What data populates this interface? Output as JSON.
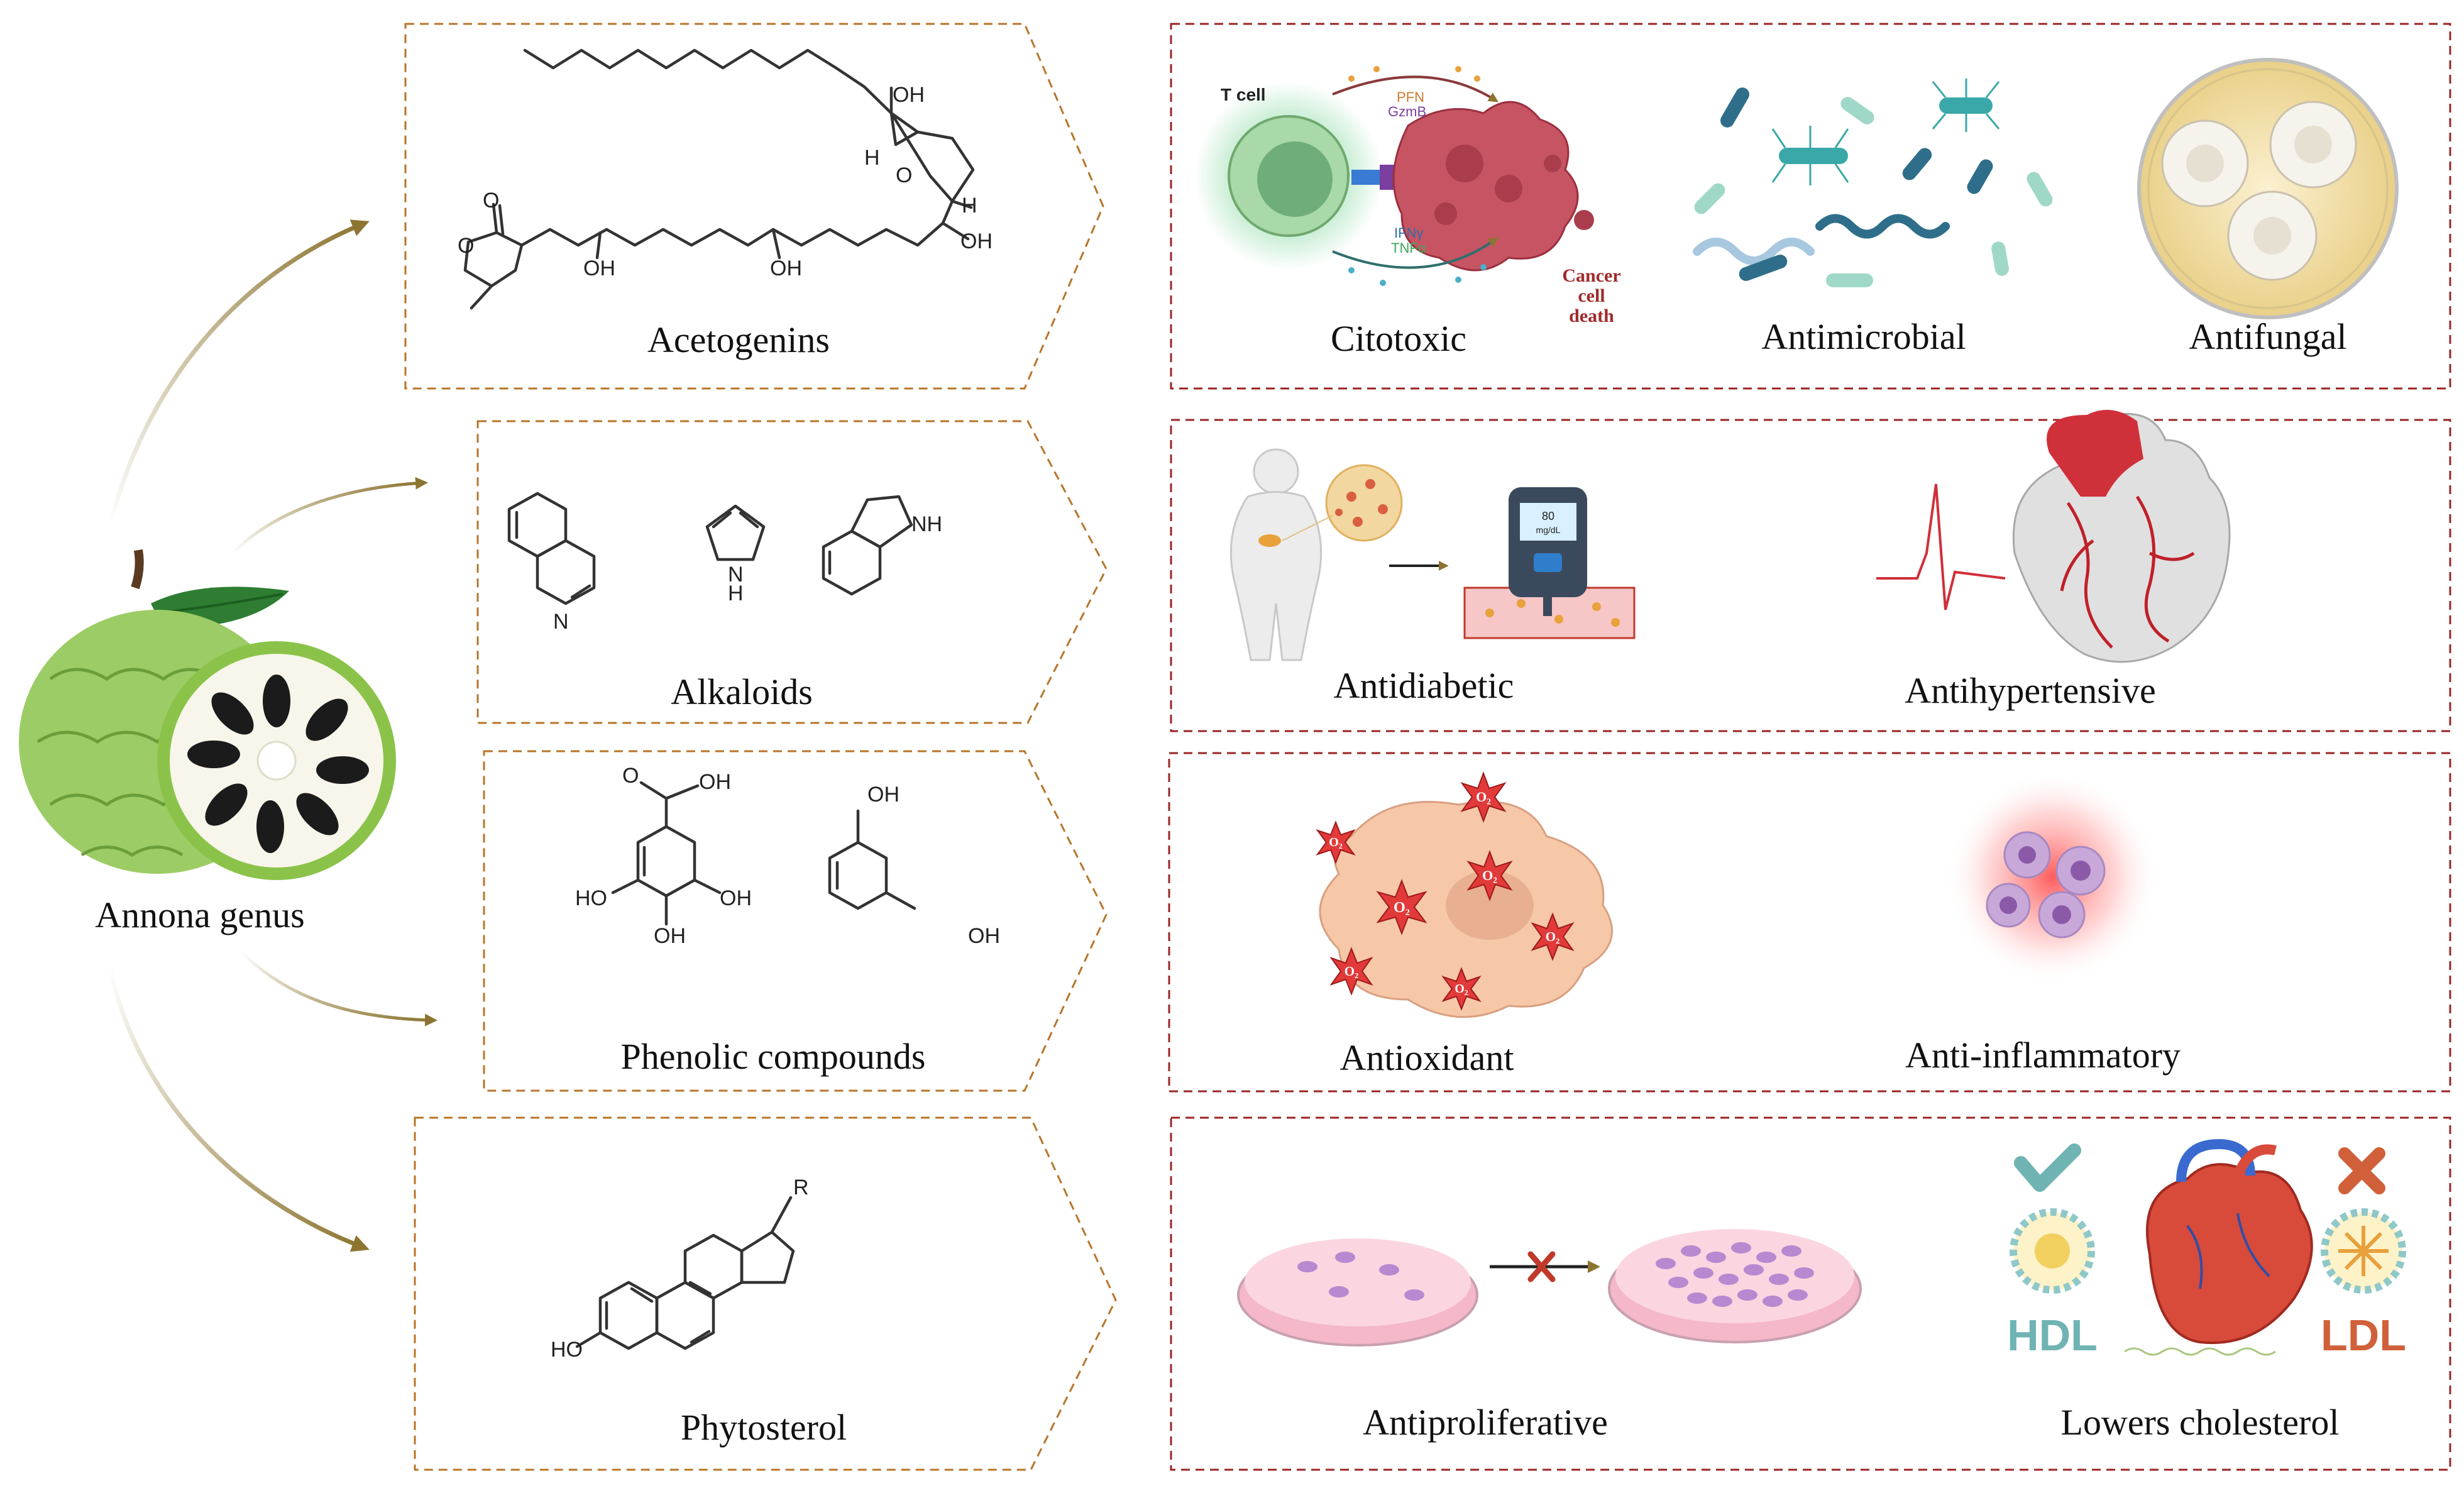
{
  "source": {
    "label": "Annona genus",
    "fruit_icon": "sugar-apple-fruit-icon"
  },
  "compounds": [
    {
      "name": "Acetogenins",
      "atoms": {
        "oh_top": "OH",
        "h1": "H",
        "o_ring": "O",
        "h2": "H",
        "oh_right": "OH",
        "o_carbonyl": "O",
        "o_lactone": "O",
        "oh1": "OH",
        "oh2": "OH"
      }
    },
    {
      "name": "Alkaloids",
      "atoms": {
        "n_quinoline": "N",
        "n_pyrrole": "N",
        "h_pyrrole": "H",
        "nh_indole": "NH"
      }
    },
    {
      "name": "Phenolic compounds",
      "atoms": {
        "o_acid": "O",
        "oh_acid": "OH",
        "ho_left": "HO",
        "oh_right": "OH",
        "oh_bottom": "OH",
        "oh_res_top": "OH",
        "oh_res_bottom": "OH"
      }
    },
    {
      "name": "Phytosterol",
      "atoms": {
        "r_group": "R",
        "ho": "HO"
      }
    }
  ],
  "activities": {
    "row1": {
      "citotoxic": {
        "label": "Citotoxic",
        "t_cell": "T cell",
        "pfn": "PFN",
        "gzmb": "GzmB",
        "ifng": "IFNγ",
        "tnfa": "TNFα",
        "cancer": "Cancer",
        "cell": "cell",
        "death": "death"
      },
      "antimicrobial": {
        "label": "Antimicrobial"
      },
      "antifungal": {
        "label": "Antifungal"
      }
    },
    "row2": {
      "antidiabetic": {
        "label": "Antidiabetic",
        "glucose_value": "80",
        "glucose_unit": "mg/dL"
      },
      "antihypertensive": {
        "label": "Antihypertensive"
      }
    },
    "row3": {
      "antioxidant": {
        "label": "Antioxidant",
        "radical": "O₂"
      },
      "anti_inflammatory": {
        "label": "Anti-inflammatory"
      }
    },
    "row4": {
      "antiproliferative": {
        "label": "Antiproliferative"
      },
      "cholesterol": {
        "label": "Lowers cholesterol",
        "hdl": "HDL",
        "ldl": "LDL"
      }
    }
  },
  "colors": {
    "compound_border": "#b8742a",
    "activity_border": "#9a2424",
    "arrow": "#8c7530",
    "hdl": "#6fb3b3",
    "ldl": "#d0603a"
  }
}
